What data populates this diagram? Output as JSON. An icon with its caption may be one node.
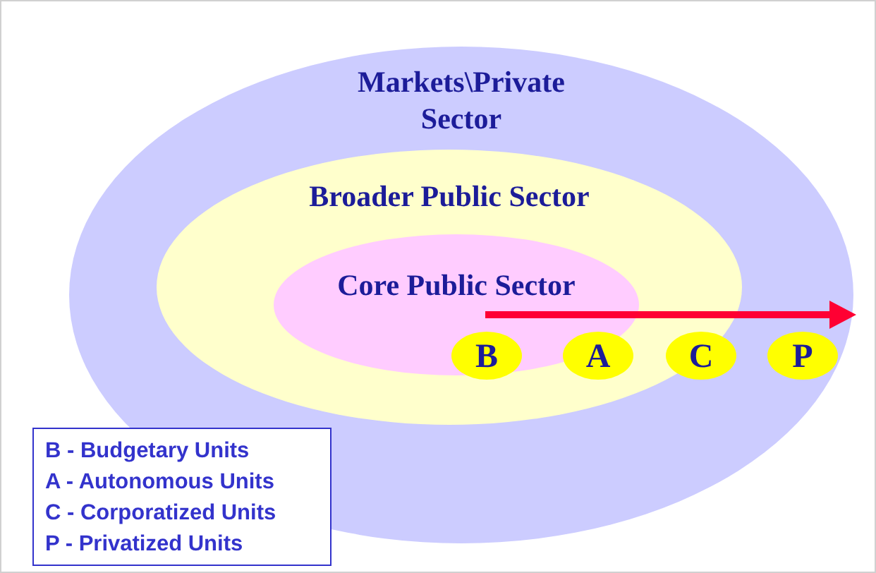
{
  "diagram": {
    "nodes": [
      {
        "text": [
          "Markets\\Private Sector"
        ]
      },
      {
        "text": [
          "Broader Public Sector"
        ],
        "in": 0
      },
      {
        "text": [
          "Core Public Sector"
        ],
        "in": 1
      },
      {
        "text": [
          "B"
        ],
        "in": 1
      },
      {
        "text": [
          "A"
        ],
        "in": 1
      },
      {
        "text": [
          "C"
        ],
        "in": 1
      },
      {
        "text": [
          "P"
        ],
        "in": 0
      },
      {
        "text": [
          "B - Budgetary Units",
          "A - Autonomous Units",
          "C - Corporatized Units",
          "P - Privatized Units"
        ]
      }
    ]
  }
}
